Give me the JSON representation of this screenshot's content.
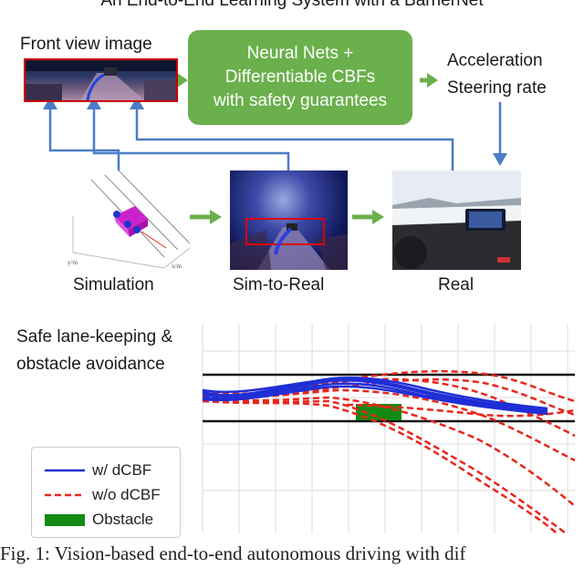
{
  "title": "An End-to-End Learning System with a BarrierNet",
  "input_label": "Front view image",
  "model_box": {
    "line1": "Neural Nets +",
    "line2": "Differentiable CBFs",
    "line3": "with safety guarantees"
  },
  "outputs": {
    "line1": "Acceleration",
    "line2": "Steering rate"
  },
  "stages": {
    "sim": "Simulation",
    "sim2real": "Sim-to-Real",
    "real": "Real"
  },
  "sim_axes": {
    "y": "y/m",
    "x": "x/m"
  },
  "plot_title": {
    "line1": "Safe lane-keeping &",
    "line2": "obstacle avoidance"
  },
  "legend": {
    "with": "w/ dCBF",
    "without": "w/o dCBF",
    "obstacle": "Obstacle"
  },
  "colors": {
    "green": "#6ab04c",
    "arrow_blue": "#4a7cc7",
    "line_blue": "#1f2fd6",
    "line_red": "#e8261c",
    "obstacle_green": "#138a13"
  },
  "caption": "Fig. 1: Vision-based end-to-end autonomous driving with dif"
}
